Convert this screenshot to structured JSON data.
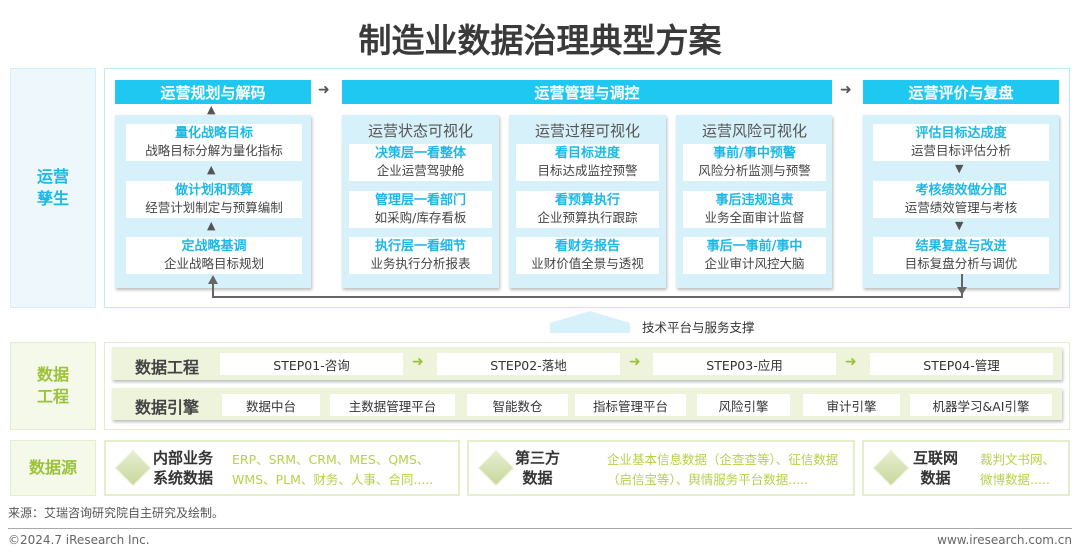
{
  "title": "制造业数据治理典型方案",
  "side": {
    "ops": "运营孳生",
    "eng": "数据工程",
    "src": "数据源"
  },
  "headers": [
    "运营规划与解码",
    "运营管理与调控",
    "运营评价与复盘"
  ],
  "planning": [
    {
      "title": "量化战略目标",
      "desc": "战略目标分解为量化指标"
    },
    {
      "title": "做计划和预算",
      "desc": "经营计划制定与预算编制"
    },
    {
      "title": "定战略基调",
      "desc": "企业战略目标规划"
    }
  ],
  "management": [
    {
      "title": "运营状态可视化",
      "cards": [
        {
          "title": "决策层一看整体",
          "desc": "企业运营驾驶舱"
        },
        {
          "title": "管理层一看部门",
          "desc": "如采购/库存看板"
        },
        {
          "title": "执行层一看细节",
          "desc": "业务执行分析报表"
        }
      ]
    },
    {
      "title": "运营过程可视化",
      "cards": [
        {
          "title": "看目标进度",
          "desc": "目标达成监控预警"
        },
        {
          "title": "看预算执行",
          "desc": "企业预算执行跟踪"
        },
        {
          "title": "看财务报告",
          "desc": "业财价值全景与透视"
        }
      ]
    },
    {
      "title": "运营风险可视化",
      "cards": [
        {
          "title": "事前/事中预警",
          "desc": "风险分析监测与预警"
        },
        {
          "title": "事后违规追责",
          "desc": "业务全面审计监督"
        },
        {
          "title": "事后一事前/事中",
          "desc": "企业审计风控大脑"
        }
      ]
    }
  ],
  "evaluation": [
    {
      "title": "评估目标达成度",
      "desc": "运营目标评估分析"
    },
    {
      "title": "考核绩效做分配",
      "desc": "运营绩效管理与考核"
    },
    {
      "title": "结果复盘与改进",
      "desc": "目标复盘分析与调优"
    }
  ],
  "support": "技术平台与服务支撑",
  "engineering": {
    "label": "数据工程",
    "steps": [
      "STEP01-咨询",
      "STEP02-落地",
      "STEP03-应用",
      "STEP04-管理"
    ]
  },
  "engine": {
    "label": "数据引擎",
    "items": [
      "数据中台",
      "主数据管理平台",
      "智能数仓",
      "指标管理平台",
      "风险引擎",
      "审计引擎",
      "机器学习&AI引擎"
    ]
  },
  "sources": [
    {
      "title1": "内部业务",
      "title2": "系统数据",
      "d1": "ERP、SRM、CRM、MES、QMS、",
      "d2": "WMS、PLM、财务、人事、合同....."
    },
    {
      "title1": "第三方",
      "title2": "数据",
      "d1": "企业基本信息数据（企查查等）、征信数据",
      "d2": "（启信宝等）、舆情服务平台数据....."
    },
    {
      "title1": "互联网",
      "title2": "数据",
      "d1": "裁判文书网、",
      "d2": "微博数据....."
    }
  ],
  "footer": {
    "source": "来源：艾瑞咨询研究院自主研究及绘制。",
    "copyright": "©2024.7 iResearch Inc.",
    "url": "www.iresearch.com.cn"
  }
}
